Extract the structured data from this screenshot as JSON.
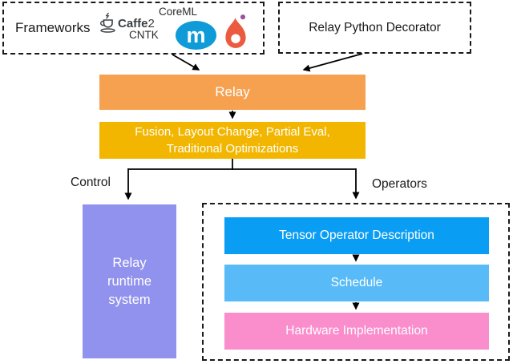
{
  "colors": {
    "relay_bg": "#F6A14F",
    "optimization_bg": "#F2B600",
    "runtime_bg": "#9191EE",
    "tensor_bg": "#0A9DF4",
    "schedule_bg": "#58BBF7",
    "hardware_bg": "#FA8DCC",
    "mxnet_blue": "#0F9BD7",
    "flame_orange": "#EB5B40",
    "flame_dot_purple": "#9C4F9B",
    "box_text": "#FFFFFF",
    "label_text": "#1A1A1A",
    "arrow": "#000000",
    "dashed_border": "#1A1A1A",
    "caffe_text": "#3C4043"
  },
  "frameworks": {
    "title": "Frameworks",
    "caffe2_bold": "Caffe",
    "caffe2_suffix": "2",
    "coreml": "CoreML",
    "cntk": "CNTK",
    "mxnet_letter": "m"
  },
  "decorator": {
    "title": "Relay Python Decorator"
  },
  "relay": {
    "label": "Relay"
  },
  "optimizations": {
    "line1": "Fusion, Layout Change, Partial Eval,",
    "line2": "Traditional Optimizations"
  },
  "branches": {
    "control": "Control",
    "operators": "Operators"
  },
  "runtime": {
    "label": "Relay runtime system"
  },
  "operators_pipeline": {
    "tensor": "Tensor Operator Description",
    "schedule": "Schedule",
    "hardware": "Hardware Implementation"
  }
}
